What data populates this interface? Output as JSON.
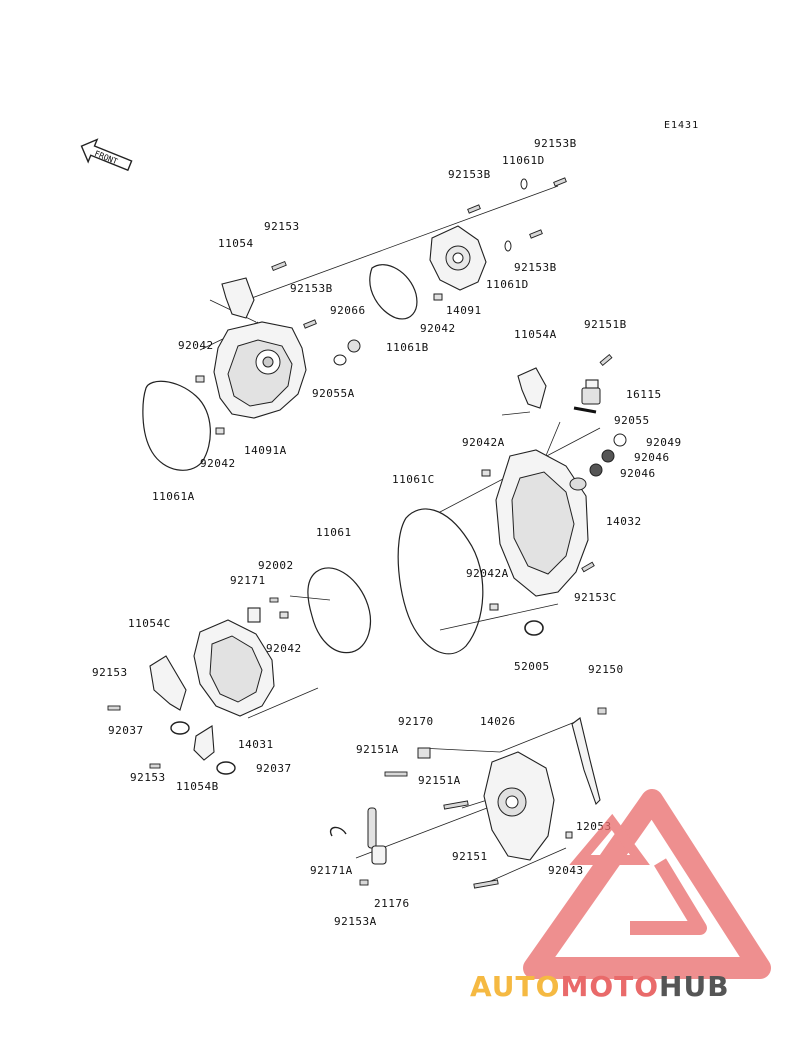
{
  "diagram": {
    "code": "E1431",
    "front_label": "FRONT",
    "labels": [
      {
        "id": "l1",
        "text": "92153B"
      },
      {
        "id": "l2",
        "text": "11061D"
      },
      {
        "id": "l3",
        "text": "92153B"
      },
      {
        "id": "l4",
        "text": "92153"
      },
      {
        "id": "l5",
        "text": "11054"
      },
      {
        "id": "l6",
        "text": "92153B"
      },
      {
        "id": "l7",
        "text": "11061D"
      },
      {
        "id": "l8",
        "text": "14091"
      },
      {
        "id": "l9",
        "text": "92153B"
      },
      {
        "id": "l10",
        "text": "92066"
      },
      {
        "id": "l11",
        "text": "92042"
      },
      {
        "id": "l12",
        "text": "11061B"
      },
      {
        "id": "l13",
        "text": "92042"
      },
      {
        "id": "l14",
        "text": "92055A"
      },
      {
        "id": "l15",
        "text": "11054A"
      },
      {
        "id": "l16",
        "text": "92151B"
      },
      {
        "id": "l17",
        "text": "16115"
      },
      {
        "id": "l18",
        "text": "92055"
      },
      {
        "id": "l19",
        "text": "92049"
      },
      {
        "id": "l20",
        "text": "92046"
      },
      {
        "id": "l21",
        "text": "92046"
      },
      {
        "id": "l22",
        "text": "92042A"
      },
      {
        "id": "l23",
        "text": "92042"
      },
      {
        "id": "l24",
        "text": "14091A"
      },
      {
        "id": "l25",
        "text": "11061A"
      },
      {
        "id": "l26",
        "text": "11061C"
      },
      {
        "id": "l27",
        "text": "14032"
      },
      {
        "id": "l28",
        "text": "11061"
      },
      {
        "id": "l29",
        "text": "92002"
      },
      {
        "id": "l30",
        "text": "92171"
      },
      {
        "id": "l31",
        "text": "92042A"
      },
      {
        "id": "l32",
        "text": "92153C"
      },
      {
        "id": "l33",
        "text": "11054C"
      },
      {
        "id": "l34",
        "text": "92042"
      },
      {
        "id": "l35",
        "text": "52005"
      },
      {
        "id": "l36",
        "text": "92153"
      },
      {
        "id": "l37",
        "text": "92150"
      },
      {
        "id": "l38",
        "text": "92037"
      },
      {
        "id": "l39",
        "text": "14031"
      },
      {
        "id": "l40",
        "text": "92170"
      },
      {
        "id": "l41",
        "text": "14026"
      },
      {
        "id": "l42",
        "text": "92151A"
      },
      {
        "id": "l43",
        "text": "92037"
      },
      {
        "id": "l44",
        "text": "92153"
      },
      {
        "id": "l45",
        "text": "11054B"
      },
      {
        "id": "l46",
        "text": "92151A"
      },
      {
        "id": "l47",
        "text": "12053"
      },
      {
        "id": "l48",
        "text": "92171A"
      },
      {
        "id": "l49",
        "text": "92151"
      },
      {
        "id": "l50",
        "text": "92043"
      },
      {
        "id": "l51",
        "text": "21176"
      },
      {
        "id": "l52",
        "text": "92153A"
      }
    ]
  },
  "watermark": {
    "part1": "AUTO",
    "part2": "MOTO",
    "part3": "HUB",
    "color1": "#f5b942",
    "color2": "#e96a6a",
    "color3": "#555555"
  }
}
